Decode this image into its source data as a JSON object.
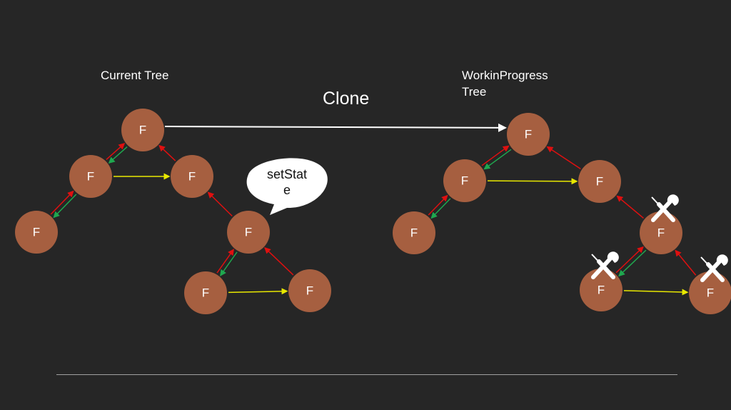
{
  "labels": {
    "current_tree": "Current Tree",
    "wip_tree_line1": "WorkinProgress",
    "wip_tree_line2": "Tree",
    "clone": "Clone",
    "bubble_line1": "setStat",
    "bubble_line2": "e"
  },
  "node_label": "F",
  "colors": {
    "background": "#262626",
    "node": "#a65f40",
    "child_edge": "#1fa84f",
    "return_edge": "#e01010",
    "sibling_edge": "#e8e800",
    "clone_edge": "#ffffff"
  },
  "trees": [
    {
      "name": "current",
      "nodes": [
        "F",
        "F",
        "F",
        "F",
        "F",
        "F",
        "F"
      ]
    },
    {
      "name": "work-in-progress",
      "nodes": [
        "F",
        "F",
        "F",
        "F",
        "F",
        "F",
        "F"
      ],
      "marked_for_work": [
        4,
        5,
        6
      ]
    }
  ]
}
